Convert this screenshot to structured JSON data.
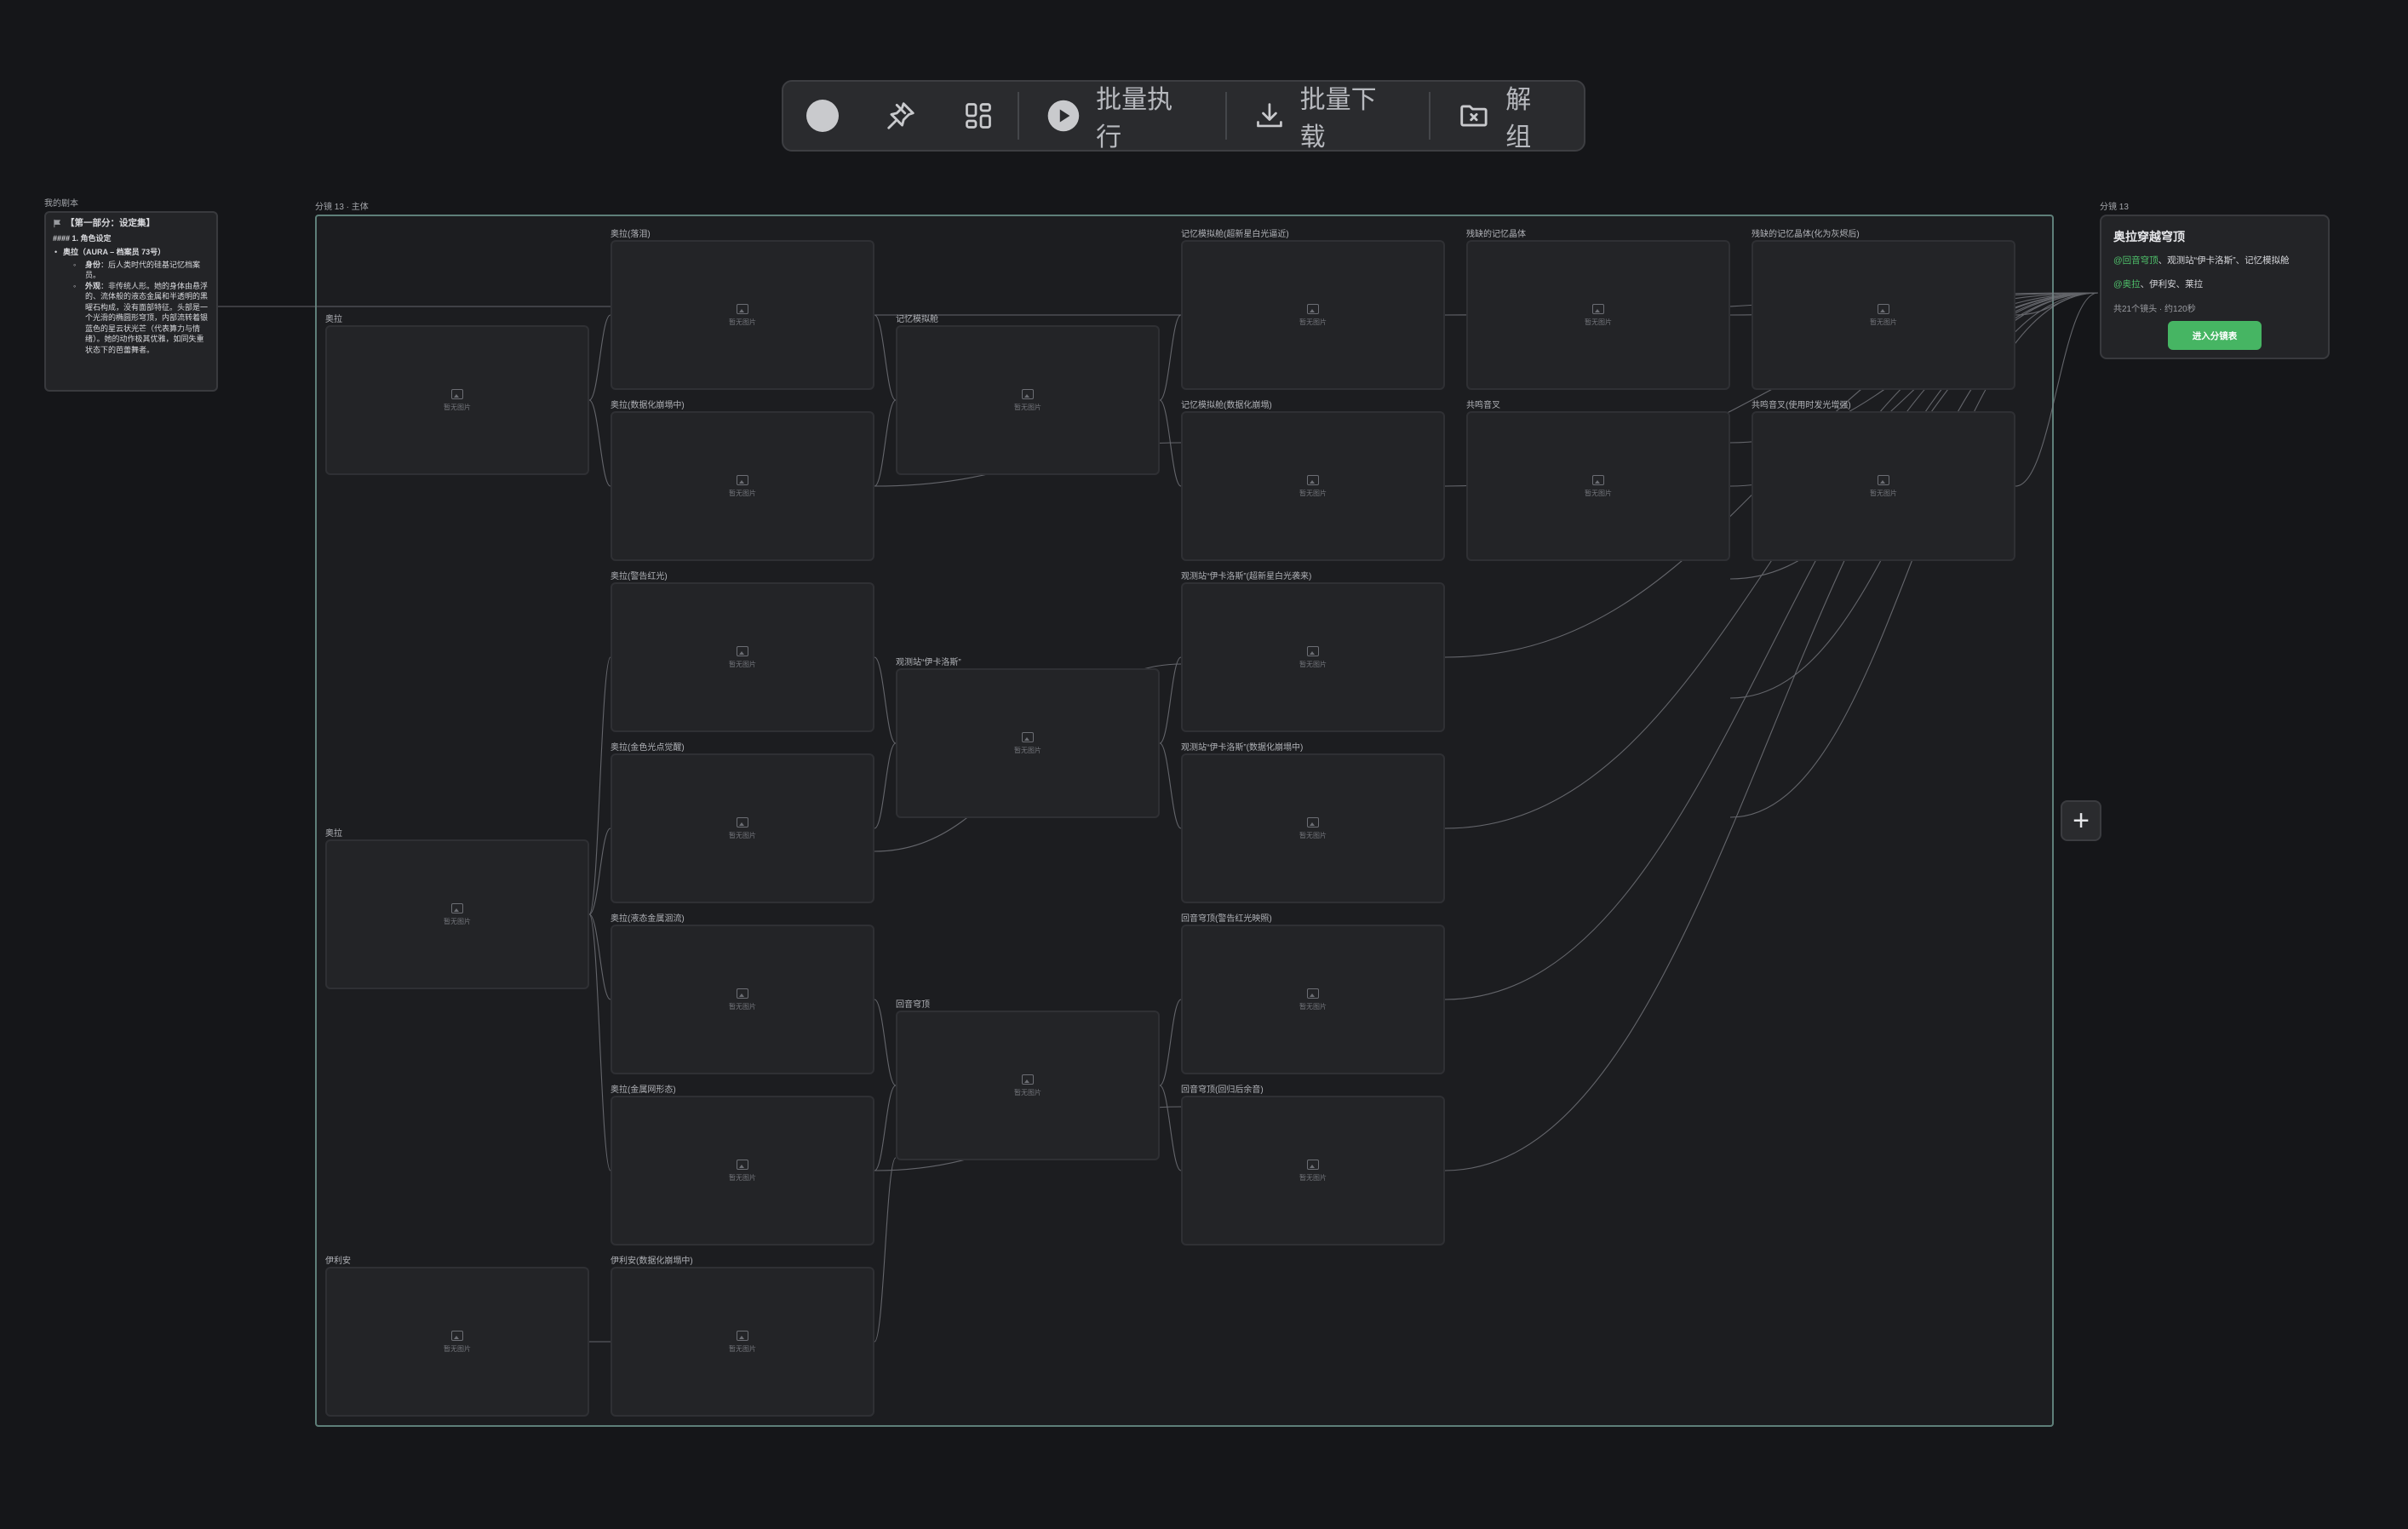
{
  "toolbar": {
    "batch_run": "批量执行",
    "batch_download": "批量下载",
    "ungroup": "解组"
  },
  "script_panel": {
    "section_label": "我的剧本",
    "title": "【第一部分：设定集】",
    "heading": "#### 1. 角色设定",
    "character": "奥拉（AURA – 档案员 73号）",
    "identity_label": "身份",
    "identity_text": "：后人类时代的硅基记忆档案员。",
    "appearance_label": "外观",
    "appearance_text": "：非传统人形。她的身体由悬浮的、流体般的液态金属和半透明的黑曜石构成，没有面部特征。头部是一个光滑的椭圆形穹顶，内部流转着银蓝色的星云状光芒（代表算力与情绪）。她的动作极其优雅，如同失重状态下的芭蕾舞者。"
  },
  "group": {
    "label": "分镜 13 · 主体"
  },
  "placeholder_text": "暂无图片",
  "nodes": {
    "c1": "奥拉",
    "c2": "奥拉",
    "c3": "伊利安",
    "b1": "奥拉(落泪)",
    "b2": "奥拉(数据化崩塌中)",
    "b3": "奥拉(警告红光)",
    "b4": "奥拉(金色光点觉醒)",
    "b5": "奥拉(液态金属洄流)",
    "b6": "奥拉(金属网形态)",
    "b7": "伊利安(数据化崩塌中)",
    "m1": "记忆模拟舱",
    "m2": "观测站“伊卡洛斯”",
    "m3": "回音穹顶",
    "s1": "记忆模拟舱(超新星白光逼近)",
    "s2": "记忆模拟舱(数据化崩塌)",
    "s3": "观测站“伊卡洛斯”(超新星白光袭来)",
    "s4": "观测站“伊卡洛斯”(数据化崩塌中)",
    "s5": "回音穹顶(警告红光映照)",
    "s6": "回音穹顶(回归后余音)",
    "x1": "残缺的记忆晶体",
    "x2": "共鸣音叉",
    "y1": "残缺的记忆晶体(化为灰烬后)",
    "y2": "共鸣音叉(使用时发光增强)"
  },
  "summary": {
    "label": "分镜 13",
    "title": "奥拉穿越穹顶",
    "scene_prefix": "@回音穹顶",
    "scene_rest": "、观测站“伊卡洛斯”、记忆模拟舱",
    "cast_prefix": "@奥拉",
    "cast_rest": "、伊利安、莱拉",
    "meta": "共21个镜头 · 约120秒",
    "enter_button": "进入分镜表"
  }
}
